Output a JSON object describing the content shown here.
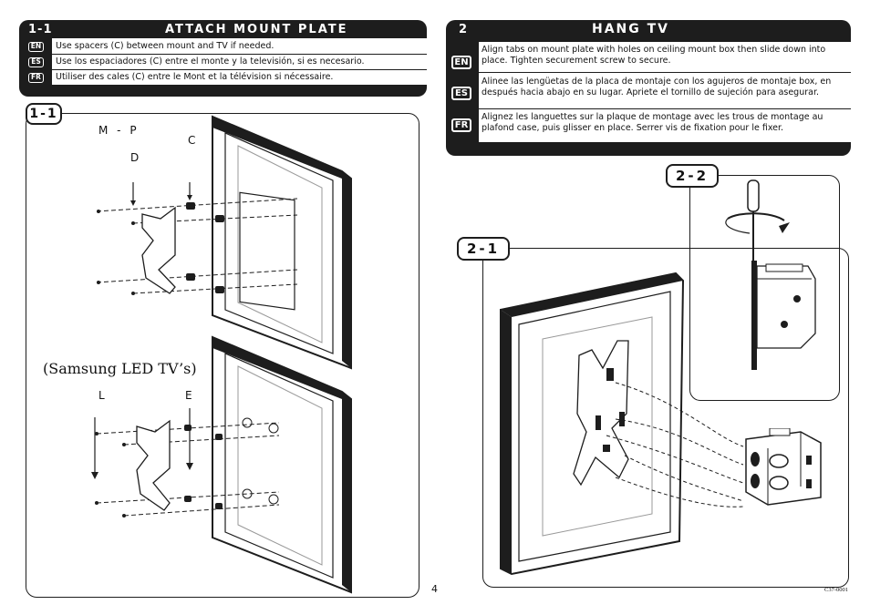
{
  "section1": {
    "number": "1-1",
    "title": "ATTACH MOUNT PLATE",
    "rows": [
      {
        "lang": "EN",
        "text": "Use spacers (C) between mount and TV if needed."
      },
      {
        "lang": "ES",
        "text": "Use los espaciadores (C) entre el monte y la televisión, si es necesario."
      },
      {
        "lang": "FR",
        "text": "Utiliser des cales (C) entre le Mont et la télévision si nécessaire."
      }
    ],
    "figure": {
      "tag": "1-1",
      "label_mp": "M - P",
      "label_c": "C",
      "label_d": "D",
      "samsung": "(Samsung LED TV’s)",
      "label_l": "L",
      "label_e": "E"
    }
  },
  "section2": {
    "number": "2",
    "title": "HANG TV",
    "rows": [
      {
        "lang": "EN",
        "text": "Align tabs on mount plate with holes on ceiling mount box then slide down into place.  Tighten securement screw to secure."
      },
      {
        "lang": "ES",
        "text": "Alinee las lengüetas de la placa de montaje con los agujeros de montaje box, en después hacia abajo en su lugar.  Apriete el tornillo de sujeción para asegurar."
      },
      {
        "lang": "FR",
        "text": "Alignez les languettes sur la plaque de montage avec les trous de montage au plafond case, puis glisser en place. Serrer vis de fixation pour le fixer."
      }
    ],
    "figure_a": {
      "tag": "2-1"
    },
    "figure_b": {
      "tag": "2-2"
    }
  },
  "page_number": "4",
  "doc_code": "C37-0001"
}
